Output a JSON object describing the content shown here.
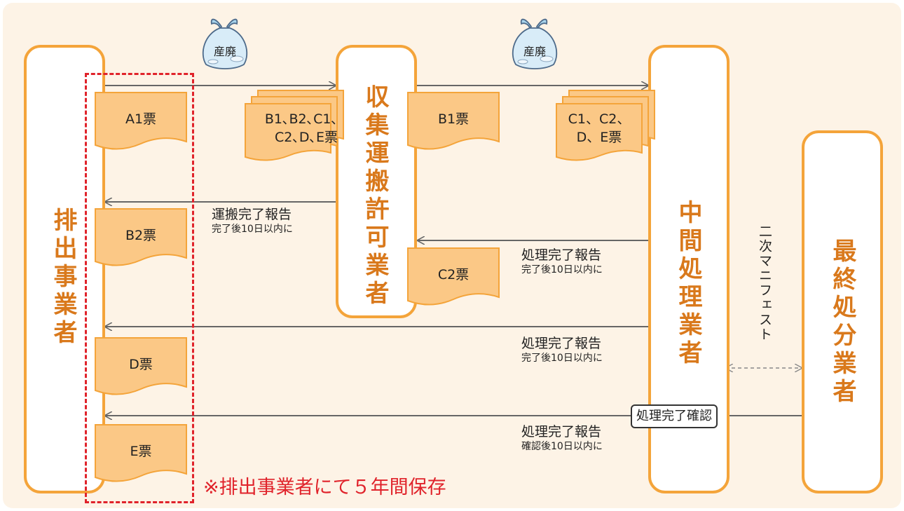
{
  "actors": {
    "emitter": "排出事業者",
    "collector": "収集運搬許可業者",
    "intermediate": "中間処理業者",
    "final": "最終処分業者"
  },
  "waste_label": "産廃",
  "documents": {
    "a1": "A1票",
    "stack1_line1": "B1､B2､C1､",
    "stack1_line2": "C2､D､E票",
    "b1": "B1票",
    "stack2_line1": "C1、C2、",
    "stack2_line2": "D、E票",
    "b2": "B2票",
    "c2": "C2票",
    "d": "D票",
    "e": "E票"
  },
  "reports": {
    "transport_title": "運搬完了報告",
    "transport_sub": "完了後10日以内に",
    "proc1_title": "処理完了報告",
    "proc1_sub": "完了後10日以内に",
    "proc2_title": "処理完了報告",
    "proc2_sub": "完了後10日以内に",
    "proc3_title": "処理完了報告",
    "proc3_sub": "確認後10日以内に"
  },
  "secondary_manifest": "二次マニフェスト",
  "confirm_label": "処理完了確認",
  "storage_note": "※排出事業者にて５年間保存",
  "colors": {
    "orange": "#f4a43a",
    "text_orange": "#d9791c",
    "red": "#e0232b",
    "doc_fill": "#fbc886"
  }
}
